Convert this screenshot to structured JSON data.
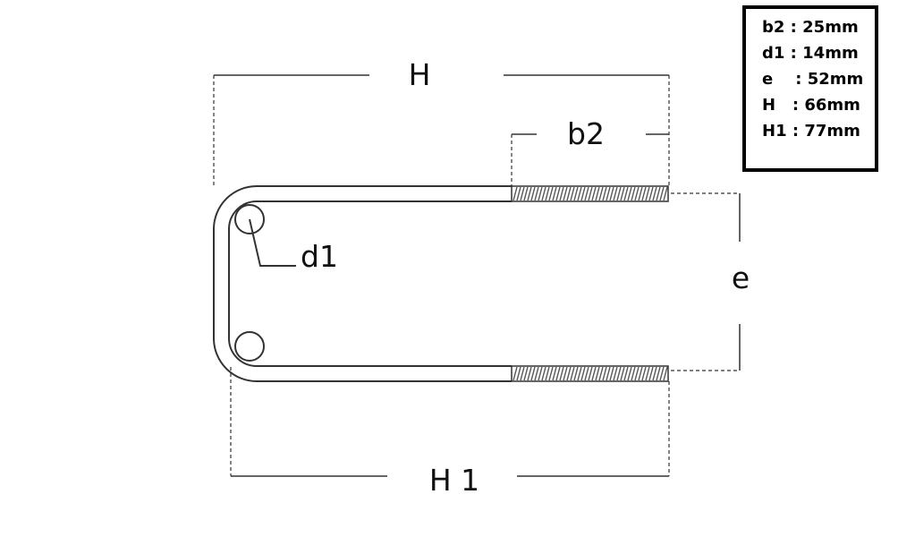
{
  "diagram": {
    "labels": {
      "H": "H",
      "b2": "b2",
      "d1": "d1",
      "e": "e",
      "H1": "H 1"
    }
  },
  "legend": {
    "rows": [
      "b2 : 25mm",
      "d1 : 14mm",
      "e    : 52mm",
      "H   : 66mm",
      "H1 : 77mm"
    ]
  },
  "colors": {
    "line": "#333333",
    "thread": "#555555",
    "border": "#000000"
  }
}
